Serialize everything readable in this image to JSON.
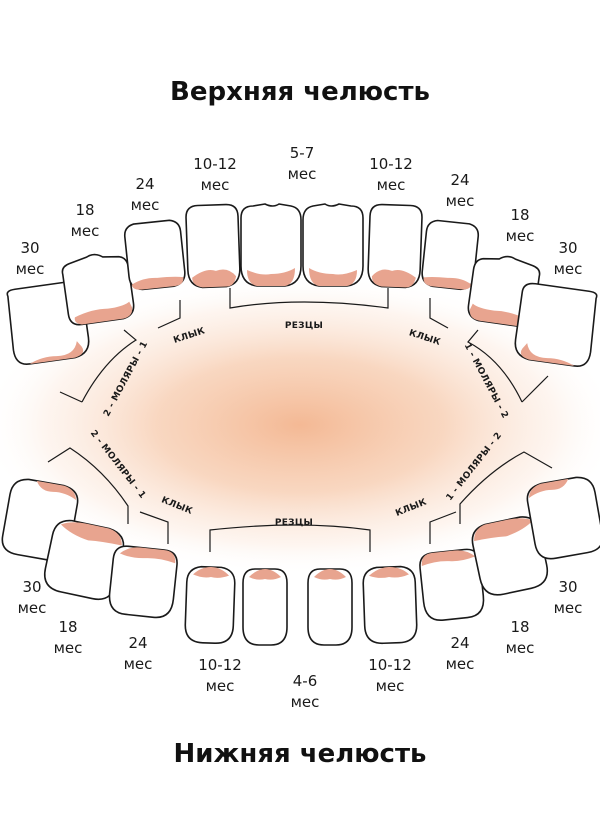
{
  "upper_title": "Верхняя челюсть",
  "lower_title": "Нижняя челюсть",
  "colors": {
    "gum": "#e8a48f",
    "glow": "#f3b58f",
    "outline": "#1a1a1a"
  },
  "upper": {
    "ages": [
      {
        "num": "30",
        "unit": "мес"
      },
      {
        "num": "18",
        "unit": "мес"
      },
      {
        "num": "24",
        "unit": "мес"
      },
      {
        "num": "10-12",
        "unit": "мес"
      },
      {
        "num": "5-7",
        "unit": "мес"
      },
      {
        "num": "10-12",
        "unit": "мес"
      },
      {
        "num": "24",
        "unit": "мес"
      },
      {
        "num": "18",
        "unit": "мес"
      },
      {
        "num": "30",
        "unit": "мес"
      }
    ],
    "groups": {
      "molars_left": "2 - МОЛЯРЫ - 1",
      "canine_left": "КЛЫК",
      "incisors": "РЕЗЦЫ",
      "canine_right": "КЛЫК",
      "molars_right": "1 - МОЛЯРЫ - 2"
    }
  },
  "lower": {
    "ages": [
      {
        "num": "30",
        "unit": "мес"
      },
      {
        "num": "18",
        "unit": "мес"
      },
      {
        "num": "24",
        "unit": "мес"
      },
      {
        "num": "10-12",
        "unit": "мес"
      },
      {
        "num": "4-6",
        "unit": "мес"
      },
      {
        "num": "10-12",
        "unit": "мес"
      },
      {
        "num": "24",
        "unit": "мес"
      },
      {
        "num": "18",
        "unit": "мес"
      },
      {
        "num": "30",
        "unit": "мес"
      }
    ],
    "groups": {
      "molars_left": "2 - МОЛЯРЫ - 1",
      "canine_left": "КЛЫК",
      "incisors": "РЕЗЦЫ",
      "canine_right": "КЛЫК",
      "molars_right": "1 - МОЛЯРЫ - 2"
    }
  }
}
